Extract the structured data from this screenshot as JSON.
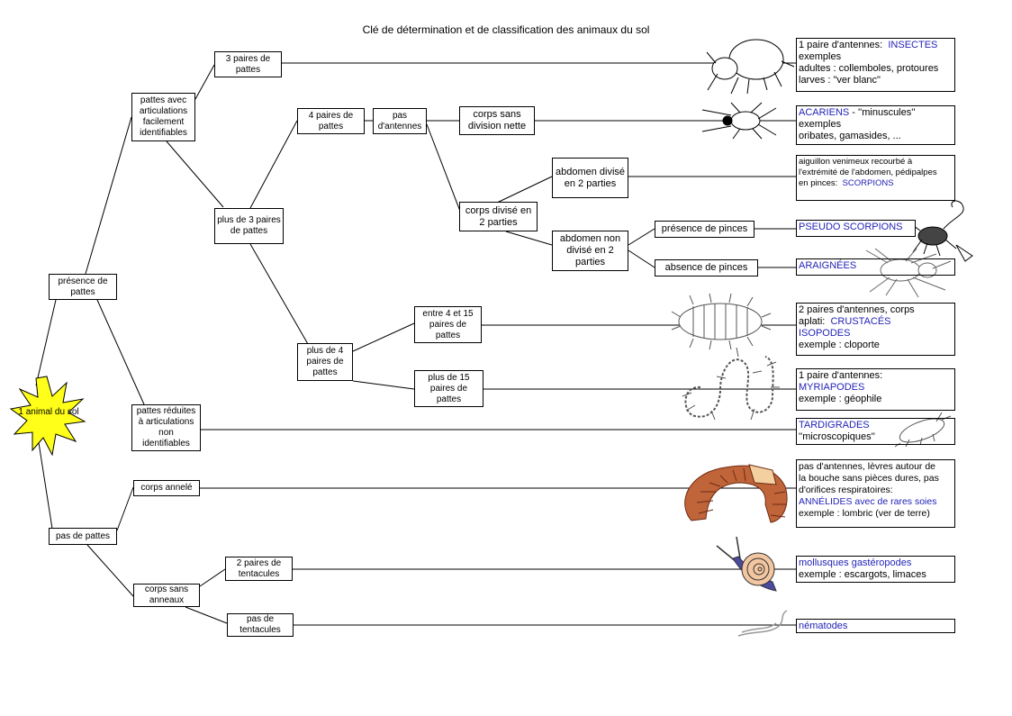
{
  "title": "Clé de détermination et de classification des animaux du sol",
  "start": "1 animal du sol",
  "nodes": {
    "presence_pattes": "présence de pattes",
    "pas_pattes": "pas de pattes",
    "pattes_articulees": "pattes avec articulations facilement identifiables",
    "pattes_reduites": "pattes réduites à articulations non identifiables",
    "trois_paires": "3 paires de pattes",
    "plus_de_3": "plus de 3 paires de pattes",
    "quatre_paires": "4 paires de pattes",
    "pas_antennes": "pas d'antennes",
    "corps_sans_division": "corps sans division nette",
    "corps_divise": "corps divisé en 2 parties",
    "abdomen_divise": "abdomen divisé en 2 parties",
    "abdomen_non_divise": "abdomen non divisé en 2 parties",
    "presence_pinces": "présence de pinces",
    "absence_pinces": "absence de pinces",
    "plus_de_4": "plus de 4 paires de pattes",
    "entre_4_15": "entre 4 et 15 paires de pattes",
    "plus_de_15": "plus de 15 paires de pattes",
    "corps_annele": "corps annelé",
    "corps_sans_anneaux": "corps sans anneaux",
    "deux_paires_tentacules": "2 paires de tentacules",
    "pas_tentacules": "pas de tentacules"
  },
  "results": {
    "insectes": {
      "intro": "1 paire d'antennes:",
      "name": "INSECTES",
      "l2": "exemples",
      "l3": "adultes : collemboles, protoures",
      "l4": "larves : \"ver blanc\""
    },
    "acariens": {
      "name": "ACARIENS",
      "tail": " - ''minuscules''",
      "l2": "exemples",
      "l3": "oribates, gamasides, ..."
    },
    "scorpions": {
      "l1": "aiguillon venimeux recourbé à",
      "l2": "l'extrémité de l'abdomen, pédipalpes",
      "l3": "en pinces:",
      "name": "SCORPIONS"
    },
    "pseudo_scorpions": {
      "name": "PSEUDO SCORPIONS"
    },
    "araignees": {
      "name": "ARAIGNÉES"
    },
    "crustaces": {
      "l1": "2 paires d'antennes, corps",
      "l2a": "aplati:",
      "name": "CRUSTACÉS",
      "name2": "ISOPODES",
      "l4": "exemple : cloporte"
    },
    "myriapodes": {
      "l1": "1 paire d'antennes:",
      "name": "MYRIAPODES",
      "l3": "exemple : géophile"
    },
    "tardigrades": {
      "name": "TARDIGRADES",
      "l2": "''microscopiques''"
    },
    "annelides": {
      "l1": "pas d'antennes, lèvres autour de",
      "l2": "la bouche sans pièces dures, pas",
      "l3": "d'orifices respiratoires:",
      "name": "ANNÉLIDES avec de rares soies",
      "l5": "exemple : lombric (ver de terre)"
    },
    "mollusques": {
      "name": "mollusques gastéropodes",
      "l2": "exemple : escargots, limaces"
    },
    "nematodes": {
      "name": "nématodes"
    }
  },
  "colors": {
    "taxon_blue": "#2323b8",
    "starburst": "#ffff1a",
    "earthworm": "#c0643a",
    "earthworm_clitellum": "#f4cfa0"
  },
  "icons": [
    "collembola-icon",
    "mite-icon",
    "scorpion-icon",
    "spider-icon",
    "isopod-icon",
    "centipede-icon",
    "tardigrade-icon",
    "earthworm-icon",
    "snail-icon",
    "nematode-icon"
  ]
}
